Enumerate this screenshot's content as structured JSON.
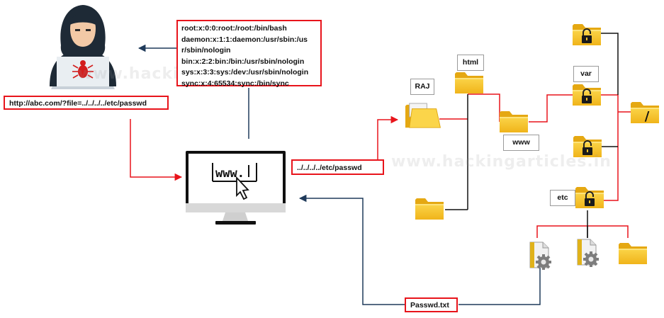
{
  "passwd_contents": {
    "lines": [
      "root:x:0:0:root:/root:/bin/bash",
      "daemon:x:1:1:daemon:/usr/sbin:/us",
      "r/sbin/nologin",
      "bin:x:2:2:bin:/bin:/usr/sbin/nologin",
      "sys:x:3:3:sys:/dev:/usr/sbin/nologin",
      "sync:x:4:65534:sync:/bin/sync"
    ]
  },
  "attack_url": "http://abc.com/?file=../../../../etc/passwd",
  "traversal_path": "../../../../etc/passwd",
  "result_file": "Passwd.txt",
  "browser_text": "www.",
  "folders": {
    "raj": "RAJ",
    "html": "html",
    "www": "www",
    "var": "var",
    "etc": "etc",
    "root": "/"
  },
  "watermark": "www.hackingarticles.in",
  "colors": {
    "arrow_red": "#e8141b",
    "arrow_navy": "#1f3a5a",
    "folder_yellow": "#f6c026",
    "hoodie": "#1e2a36"
  },
  "icons": [
    "hacker-icon",
    "bug-icon",
    "monitor-icon",
    "cursor-icon",
    "folder-icon",
    "lock-icon",
    "gear-file-icon"
  ]
}
